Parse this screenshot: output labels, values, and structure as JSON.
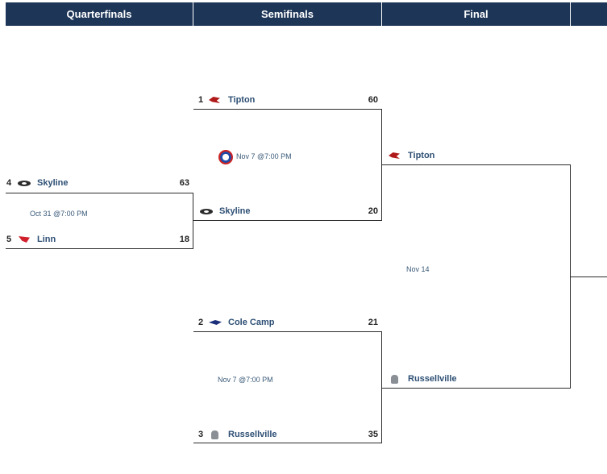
{
  "headers": {
    "quarterfinals": "Quarterfinals",
    "semifinals": "Semifinals",
    "final": "Final"
  },
  "quarterfinal": {
    "top": {
      "seed": "4",
      "name": "Skyline",
      "score": "63",
      "logo": "eagle-icon"
    },
    "bottom": {
      "seed": "5",
      "name": "Linn",
      "score": "18",
      "logo": "linn-icon"
    },
    "info": "Oct 31 @7:00 PM"
  },
  "semifinal1": {
    "top": {
      "seed": "1",
      "name": "Tipton",
      "score": "60",
      "logo": "cardinal-icon"
    },
    "bottom": {
      "name": "Skyline",
      "score": "20",
      "logo": "eagle-icon"
    },
    "info": "Nov 7 @7:00 PM"
  },
  "semifinal2": {
    "top": {
      "seed": "2",
      "name": "Cole Camp",
      "score": "21",
      "logo": "hawk-icon"
    },
    "bottom": {
      "seed": "3",
      "name": "Russellville",
      "score": "35",
      "logo": "knight-icon"
    },
    "info": "Nov 7 @7:00 PM"
  },
  "final": {
    "top": {
      "name": "Tipton",
      "logo": "cardinal-icon"
    },
    "bottom": {
      "name": "Russellville",
      "logo": "knight-icon"
    },
    "info": "Nov 14"
  },
  "colors": {
    "header_bg": "#1d3557",
    "team_text": "#2d4f74",
    "line": "#2b2b2b"
  }
}
